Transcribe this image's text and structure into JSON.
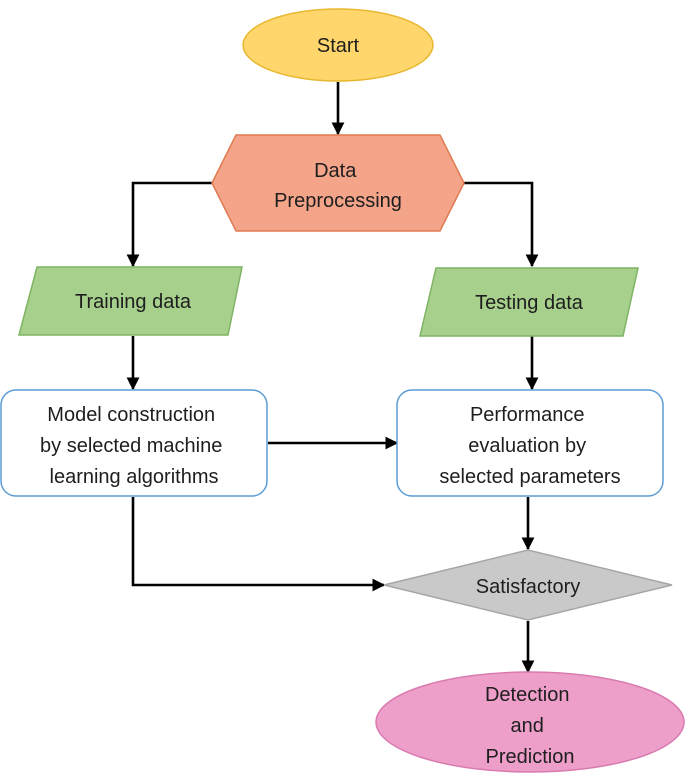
{
  "nodes": {
    "start": {
      "label": "Start",
      "fill": "#FFD66B",
      "stroke": "#E8B730"
    },
    "preprocessing": {
      "lines": [
        "Data",
        "Preprocessing"
      ],
      "fill": "#F4A488",
      "stroke": "#E07B52"
    },
    "training_data": {
      "label": "Training data",
      "fill": "#A7D08C",
      "stroke": "#7FB463"
    },
    "testing_data": {
      "label": "Testing data",
      "fill": "#A7D08C",
      "stroke": "#7FB463"
    },
    "model_construction": {
      "lines": [
        "Model construction",
        "by selected machine",
        "learning algorithms"
      ],
      "fill": "#FFFFFF",
      "stroke": "#5B9BD5"
    },
    "performance_evaluation": {
      "lines": [
        "Performance",
        "evaluation by",
        "selected parameters"
      ],
      "fill": "#FFFFFF",
      "stroke": "#5B9BD5"
    },
    "satisfactory": {
      "label": "Satisfactory",
      "fill": "#C9C9C9",
      "stroke": "#A6A6A6"
    },
    "detection": {
      "lines": [
        "Detection",
        "and",
        "Prediction"
      ],
      "fill": "#EE9FC9",
      "stroke": "#D97AB0"
    }
  }
}
